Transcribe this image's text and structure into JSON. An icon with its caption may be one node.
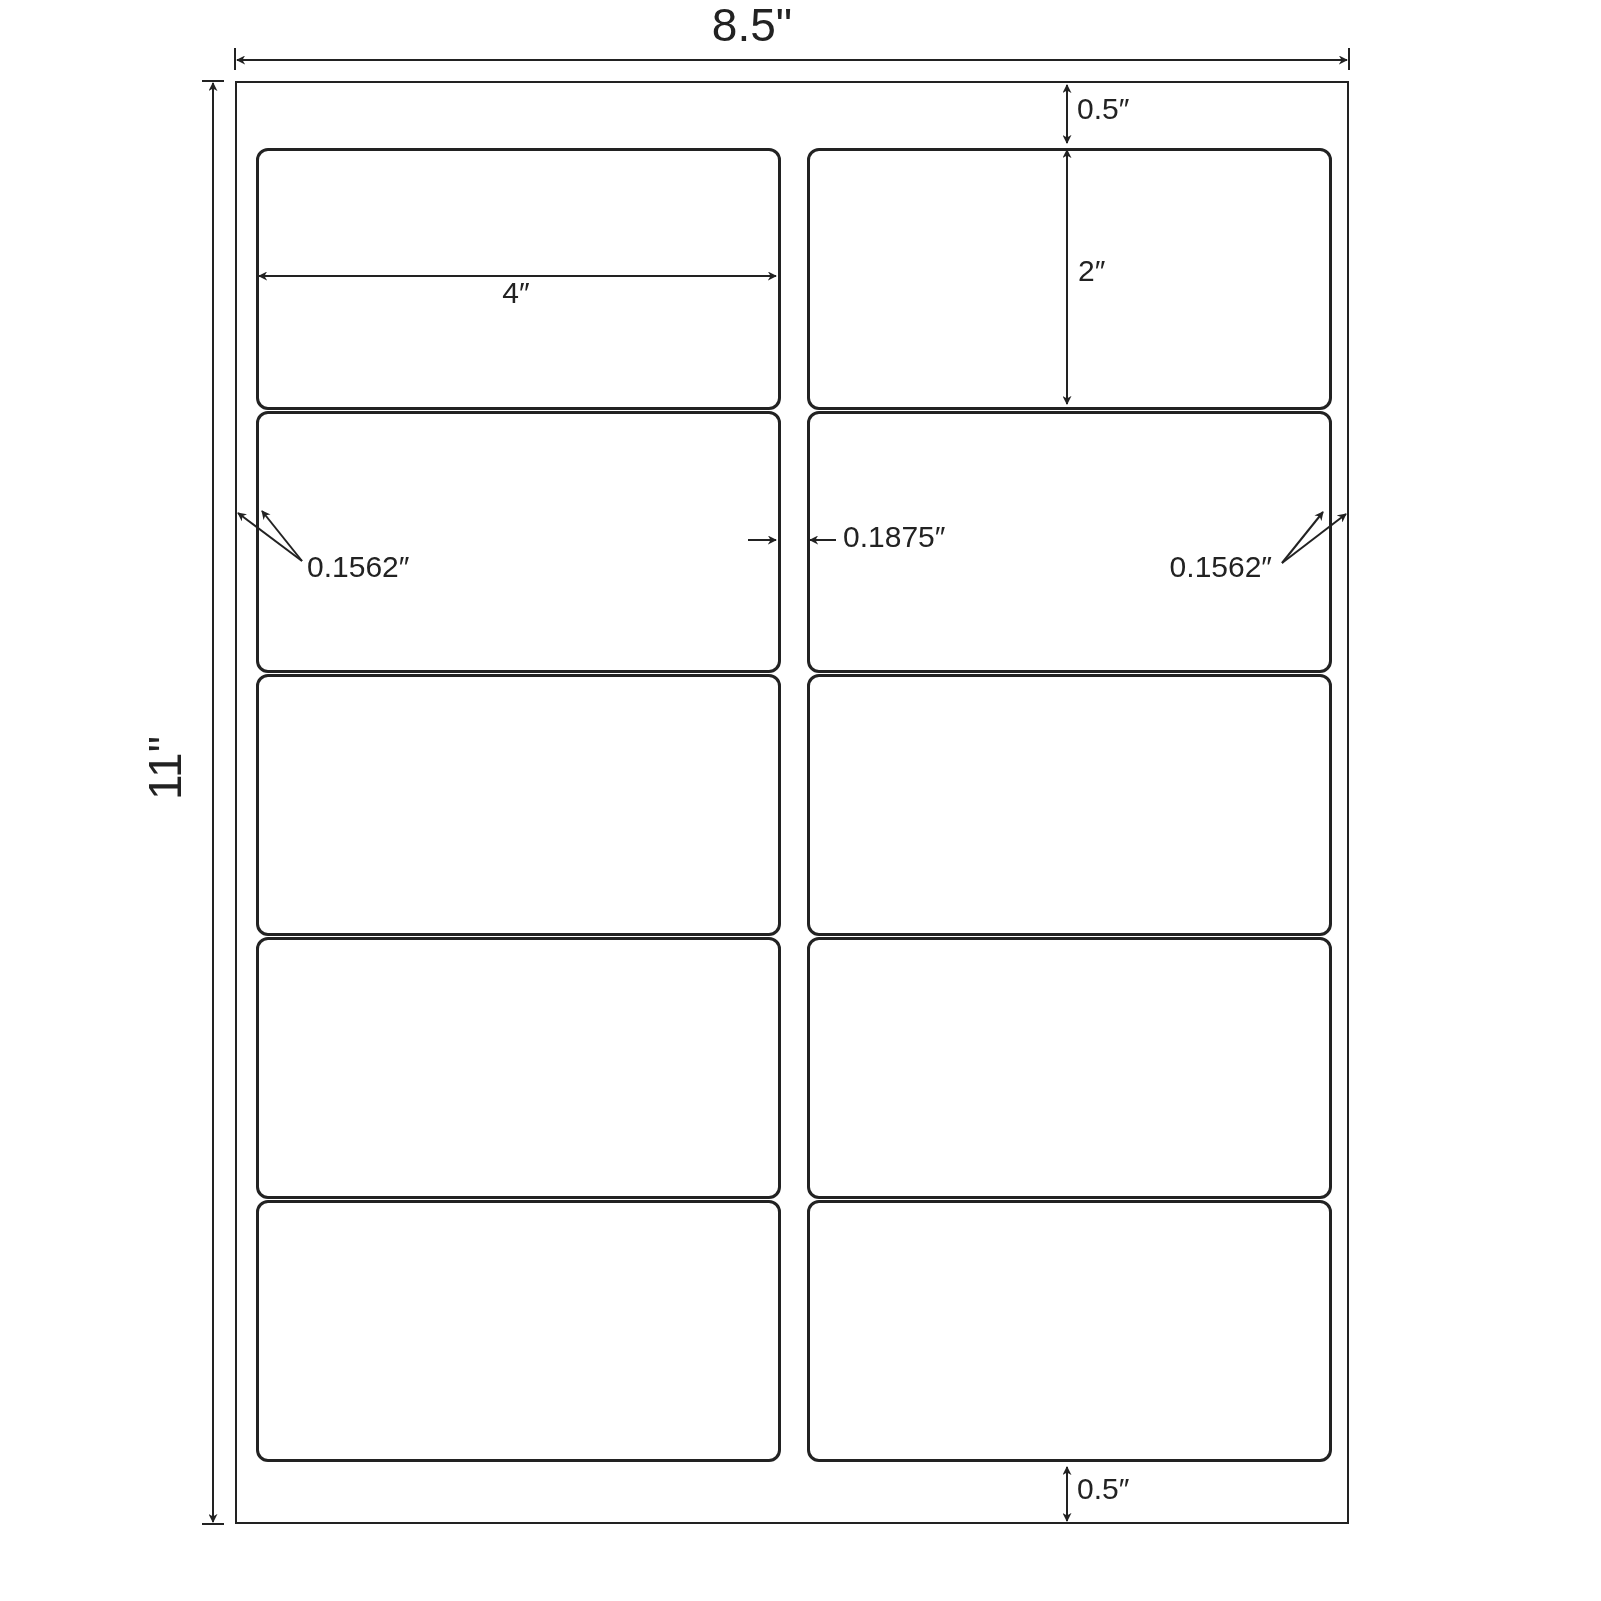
{
  "diagram": {
    "labels": [
      "8.5\"",
      "0.5″",
      "2″",
      "4″",
      "0.1875″",
      "0.1562″",
      "0.1562″",
      "11\"",
      "0.5″"
    ]
  }
}
